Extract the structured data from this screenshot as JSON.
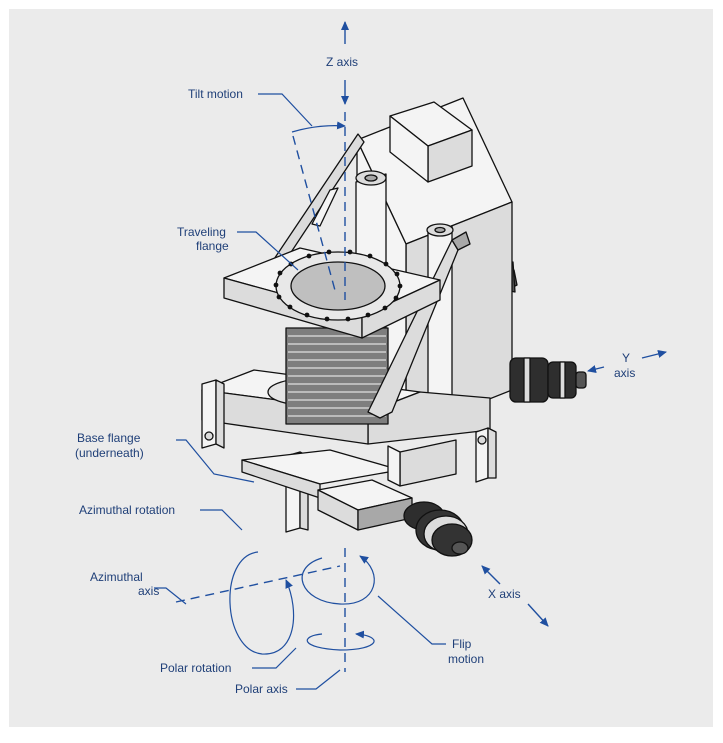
{
  "labels": {
    "z_axis": "Z axis",
    "tilt_motion": "Tilt motion",
    "traveling_flange_1": "Traveling",
    "traveling_flange_2": "flange",
    "y_axis_1": "Y",
    "y_axis_2": "axis",
    "base_flange_1": "Base flange",
    "base_flange_2": "(underneath)",
    "azimuthal_rotation": "Azimuthal rotation",
    "azimuthal_axis_1": "Azimuthal",
    "azimuthal_axis_2": "axis",
    "x_axis": "X axis",
    "flip_motion_1": "Flip",
    "flip_motion_2": "motion",
    "polar_rotation": "Polar rotation",
    "polar_axis": "Polar axis"
  },
  "colors": {
    "background": "#ebebeb",
    "annotation": "#1f4fa0",
    "label_text": "#1f3f78",
    "machine_outline": "#111111",
    "machine_light": "#f4f4f4",
    "machine_mid": "#dcdcdc",
    "machine_dark": "#a8a8a8",
    "flange_face": "#bfbfbf",
    "bellows": "#7e7e7e",
    "knob": "#333333"
  }
}
